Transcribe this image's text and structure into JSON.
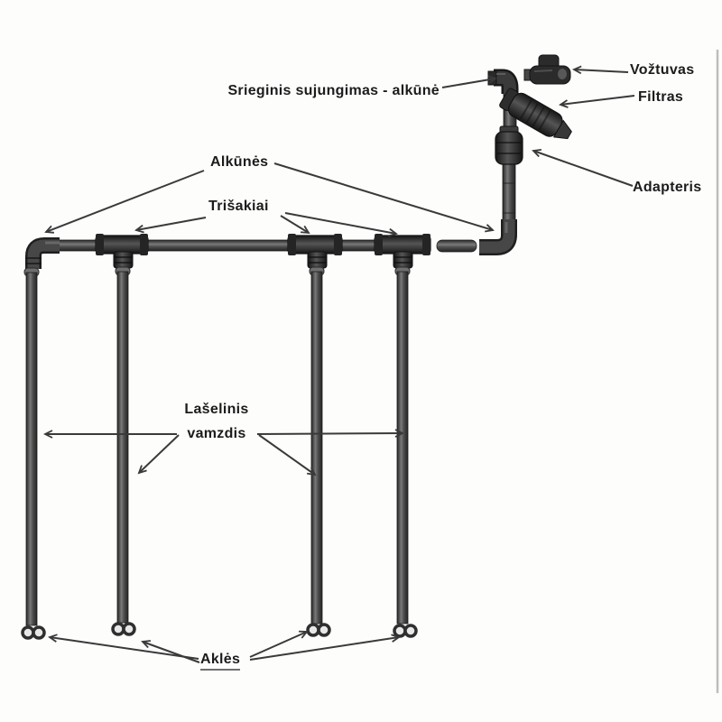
{
  "title": "Drip irrigation system parts diagram (Lithuanian)",
  "labels": {
    "threaded_connection": "Srieginis sujungimas - alkūnė",
    "valve": "Vožtuvas",
    "filter": "Filtras",
    "adapter": "Adapteris",
    "elbows": "Alkūnės",
    "tees": "Trišakiai",
    "drip_pipe_line1": "Lašelinis",
    "drip_pipe_line2": "vamzdis",
    "end_caps": "Aklės"
  },
  "components": [
    "valve",
    "threaded-elbow-connection",
    "filter",
    "adapter",
    "feed-pipe",
    "manifold-pipe",
    "elbow-left",
    "elbow-right",
    "tee-1",
    "tee-2",
    "tee-3",
    "drip-pipe-1",
    "drip-pipe-2",
    "drip-pipe-3",
    "drip-pipe-4",
    "end-cap-1",
    "end-cap-2",
    "end-cap-3",
    "end-cap-4"
  ],
  "colors": {
    "background": "#fdfdfc",
    "pipe_dark": "#262626",
    "pipe_mid": "#5f5f5f",
    "pipe_light": "#8a8a8a",
    "fitting": "#2e2e2e",
    "label_text": "#1c1c1c",
    "arrow": "#3a3a3a",
    "cap_fill": "#e8e8e8",
    "right_border_line": "#bdbdbd"
  }
}
